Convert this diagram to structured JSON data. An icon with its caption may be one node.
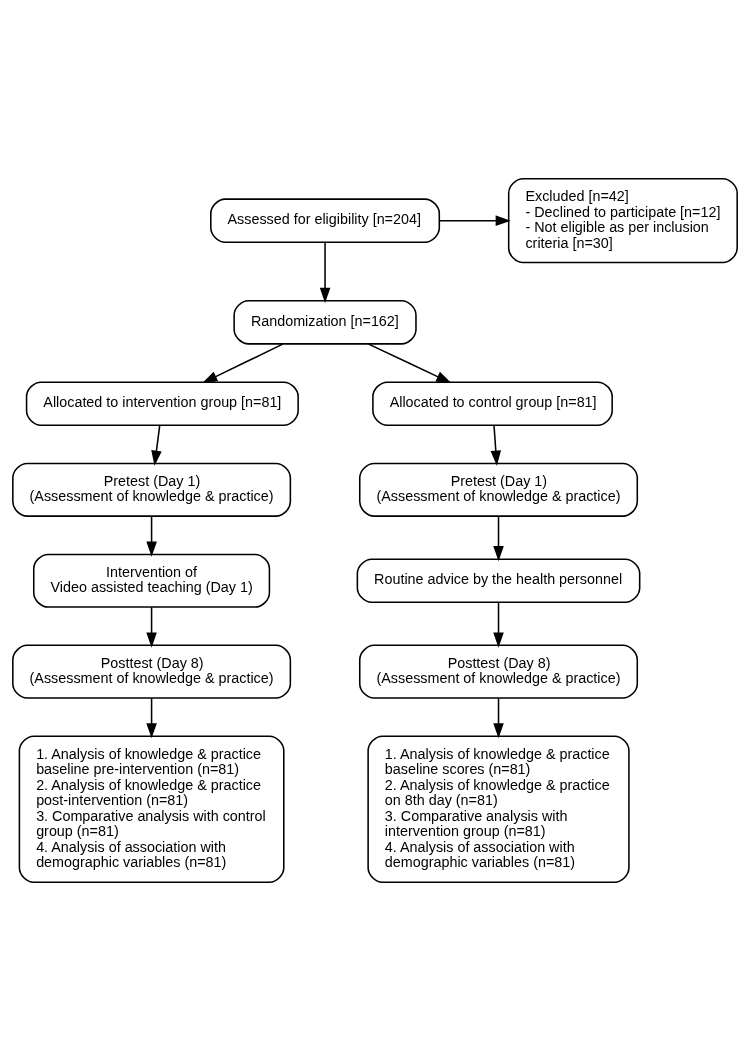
{
  "diagram": {
    "nodes": [
      {
        "text": [
          "Assessed for eligibility [n=204]"
        ]
      },
      {
        "text": [
          "Excluded [n=42]",
          "- Declined to participate [n=12]",
          "- Not eligible as per inclusion criteria [n=30]"
        ]
      },
      {
        "text": [
          "Randomization [n=162]"
        ]
      },
      {
        "text": [
          "Allocated to intervention group [n=81]"
        ]
      },
      {
        "text": [
          "Allocated to control group [n=81]"
        ]
      },
      {
        "text": [
          "Pretest (Day 1)",
          "(Assessment of knowledge & practice)"
        ]
      },
      {
        "text": [
          "Pretest (Day 1)",
          "(Assessment of knowledge & practice)"
        ]
      },
      {
        "text": [
          "Intervention of",
          "Video assisted teaching (Day 1)"
        ]
      },
      {
        "text": [
          "Routine advice by the health personnel"
        ]
      },
      {
        "text": [
          "Posttest (Day 8)",
          "(Assessment of knowledge & practice)"
        ]
      },
      {
        "text": [
          "Posttest (Day 8)",
          "(Assessment of knowledge & practice)"
        ]
      },
      {
        "text": [
          "1. Analysis of knowledge & practice baseline pre-intervention (n=81)",
          "2. Analysis of knowledge & practice post-intervention (n=81)",
          "3. Comparative analysis with control group (n=81)",
          "4. Analysis of association with demographic variables (n=81)"
        ]
      },
      {
        "text": [
          "1. Analysis of knowledge & practice baseline scores (n=81)",
          "2. Analysis of knowledge & practice on 8th day (n=81)",
          "3. Comparative analysis with intervention group (n=81)",
          "4. Analysis of association with demographic variables (n=81)"
        ]
      }
    ],
    "edges": [
      {
        "from": 0,
        "to": 2,
        "arrow": "to"
      },
      {
        "from": 0,
        "to": 1,
        "arrow": "to"
      },
      {
        "from": 2,
        "to": 3,
        "arrow": "to"
      },
      {
        "from": 2,
        "to": 4,
        "arrow": "to"
      },
      {
        "from": 3,
        "to": 5,
        "arrow": "to"
      },
      {
        "from": 4,
        "to": 6,
        "arrow": "to"
      },
      {
        "from": 5,
        "to": 7,
        "arrow": "to"
      },
      {
        "from": 6,
        "to": 8,
        "arrow": "to"
      },
      {
        "from": 7,
        "to": 9,
        "arrow": "to"
      },
      {
        "from": 8,
        "to": 10,
        "arrow": "to"
      },
      {
        "from": 9,
        "to": 11,
        "arrow": "to"
      },
      {
        "from": 10,
        "to": 12,
        "arrow": "to"
      }
    ]
  }
}
